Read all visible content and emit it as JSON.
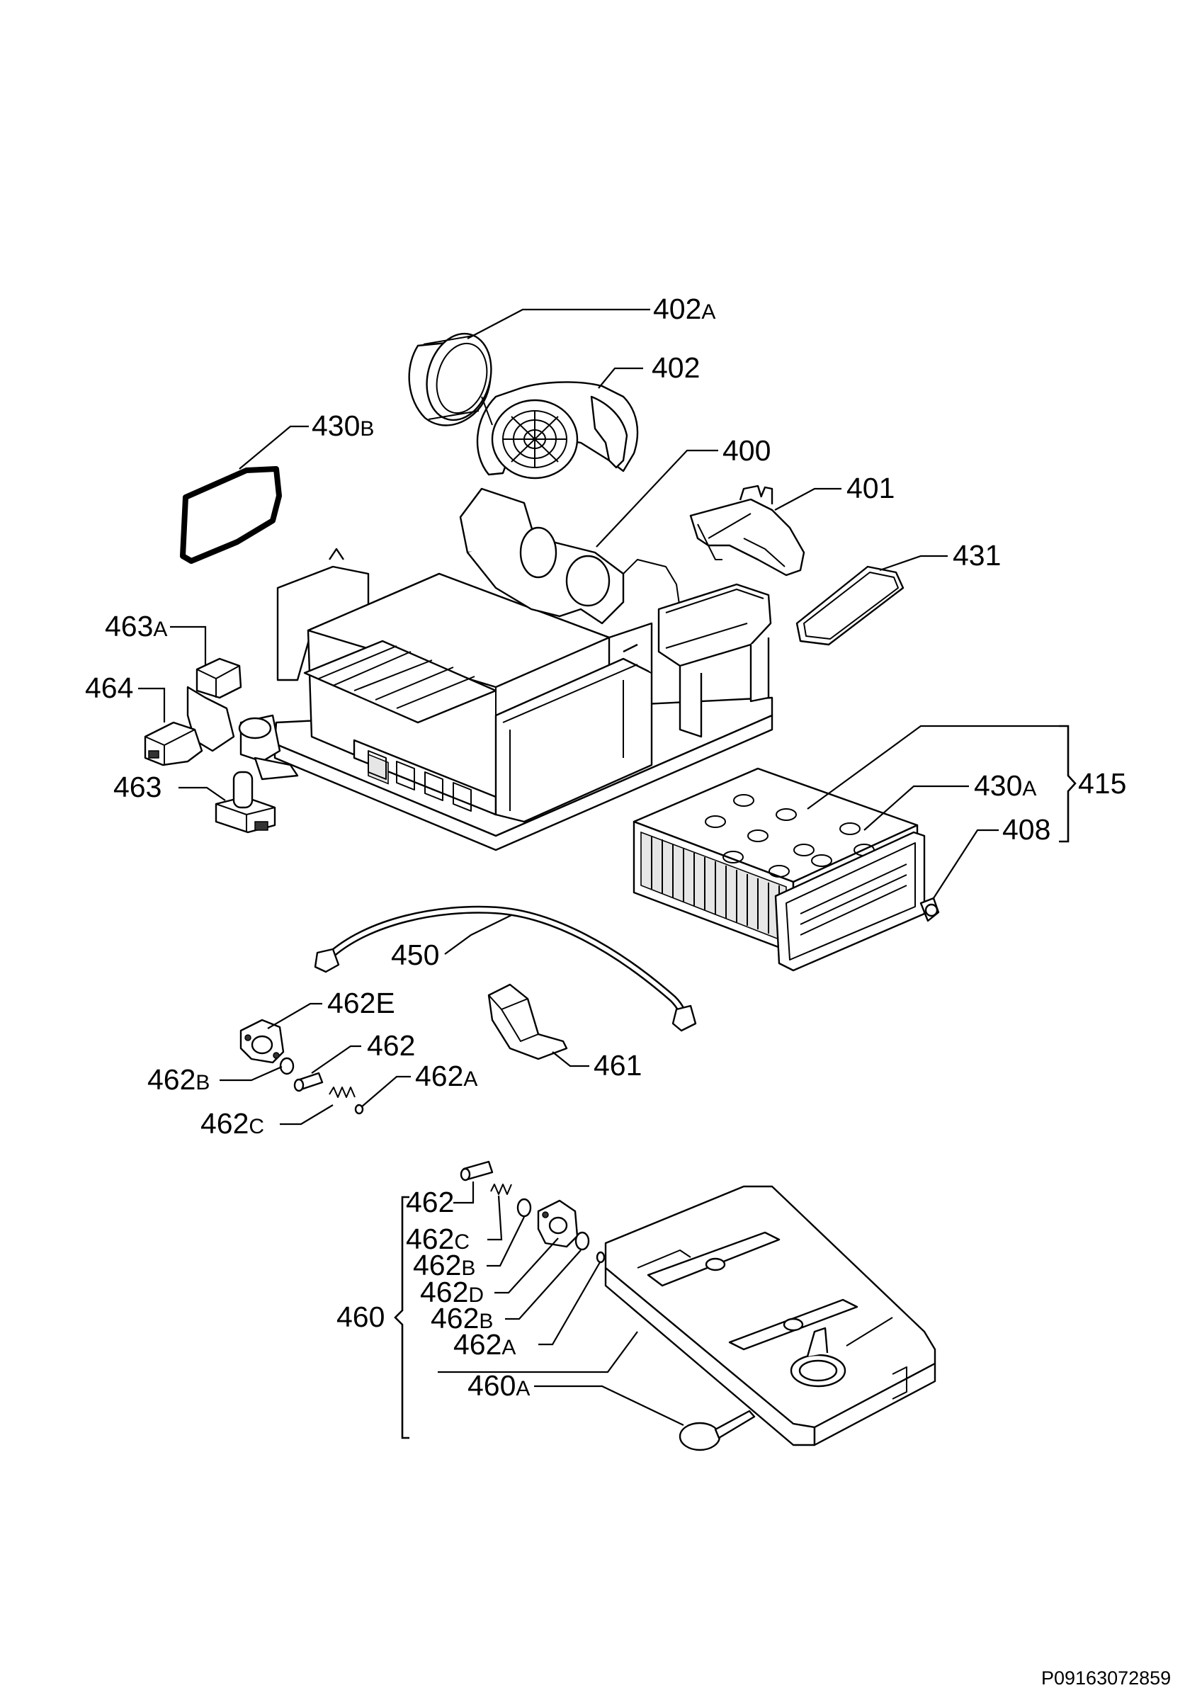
{
  "diagram": {
    "reference_code": "P09163072859",
    "labels": {
      "p402a": "402",
      "p402a_suffix": "A",
      "p402": "402",
      "p430b": "430",
      "p430b_suffix": "B",
      "p400": "400",
      "p401": "401",
      "p431": "431",
      "p463a": "463",
      "p463a_suffix": "A",
      "p464": "464",
      "p463": "463",
      "p415": "415",
      "p430a": "430",
      "p430a_suffix": "A",
      "p408": "408",
      "p450": "450",
      "p462e": "462E",
      "p462": "462",
      "p462b": "462",
      "p462b_suffix": "B",
      "p462a": "462",
      "p462a_suffix": "A",
      "p461": "461",
      "p462c": "462",
      "p462c_suffix": "C",
      "p460": "460",
      "g_462": "462",
      "g_462c": "462",
      "g_462c_suffix": "C",
      "g_462b_1": "462",
      "g_462b_1_suffix": "B",
      "g_462d": "462",
      "g_462d_suffix": "D",
      "g_462b_2": "462",
      "g_462b_2_suffix": "B",
      "g_462a": "462",
      "g_462a_suffix": "A",
      "p460a": "460",
      "p460a_suffix": "A"
    }
  }
}
